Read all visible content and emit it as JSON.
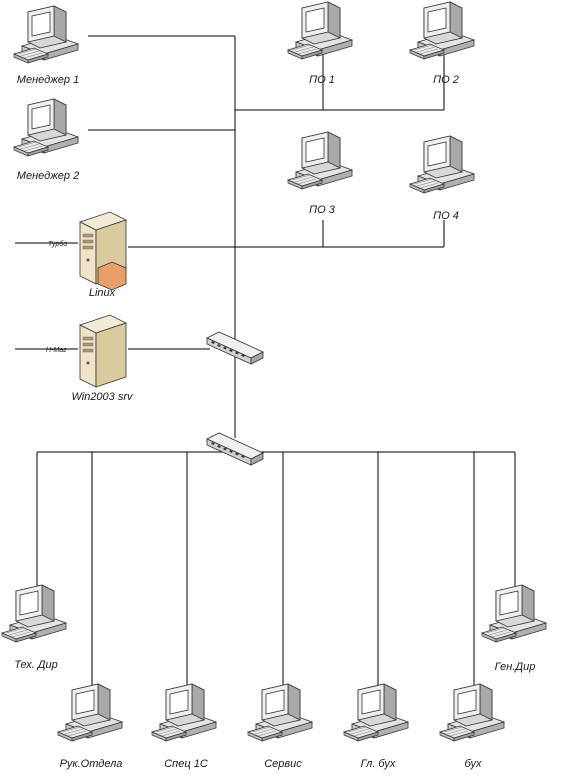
{
  "workstations": [
    {
      "id": "manager1",
      "label": "Менеджер 1"
    },
    {
      "id": "manager2",
      "label": "Менеджер 2"
    },
    {
      "id": "po1",
      "label": "ПО 1"
    },
    {
      "id": "po2",
      "label": "ПО 2"
    },
    {
      "id": "po3",
      "label": "ПО 3"
    },
    {
      "id": "po4",
      "label": "ПО 4"
    },
    {
      "id": "tech-dir",
      "label": "Тех. Дир"
    },
    {
      "id": "ruk-otdela",
      "label": "Рук.Отдела"
    },
    {
      "id": "spec-1c",
      "label": "Спец 1С"
    },
    {
      "id": "service",
      "label": "Сервис"
    },
    {
      "id": "gl-buh",
      "label": "Гл. бух"
    },
    {
      "id": "buh",
      "label": "бух"
    },
    {
      "id": "gen-dir",
      "label": "Ген.Дир"
    }
  ],
  "servers": [
    {
      "id": "linux",
      "label": "Linux",
      "uplink": "Турбо"
    },
    {
      "id": "win2003",
      "label": "Win2003 srv",
      "uplink": "Н-Маг"
    }
  ],
  "switches": [
    {
      "id": "switch-upper"
    },
    {
      "id": "switch-lower"
    }
  ]
}
